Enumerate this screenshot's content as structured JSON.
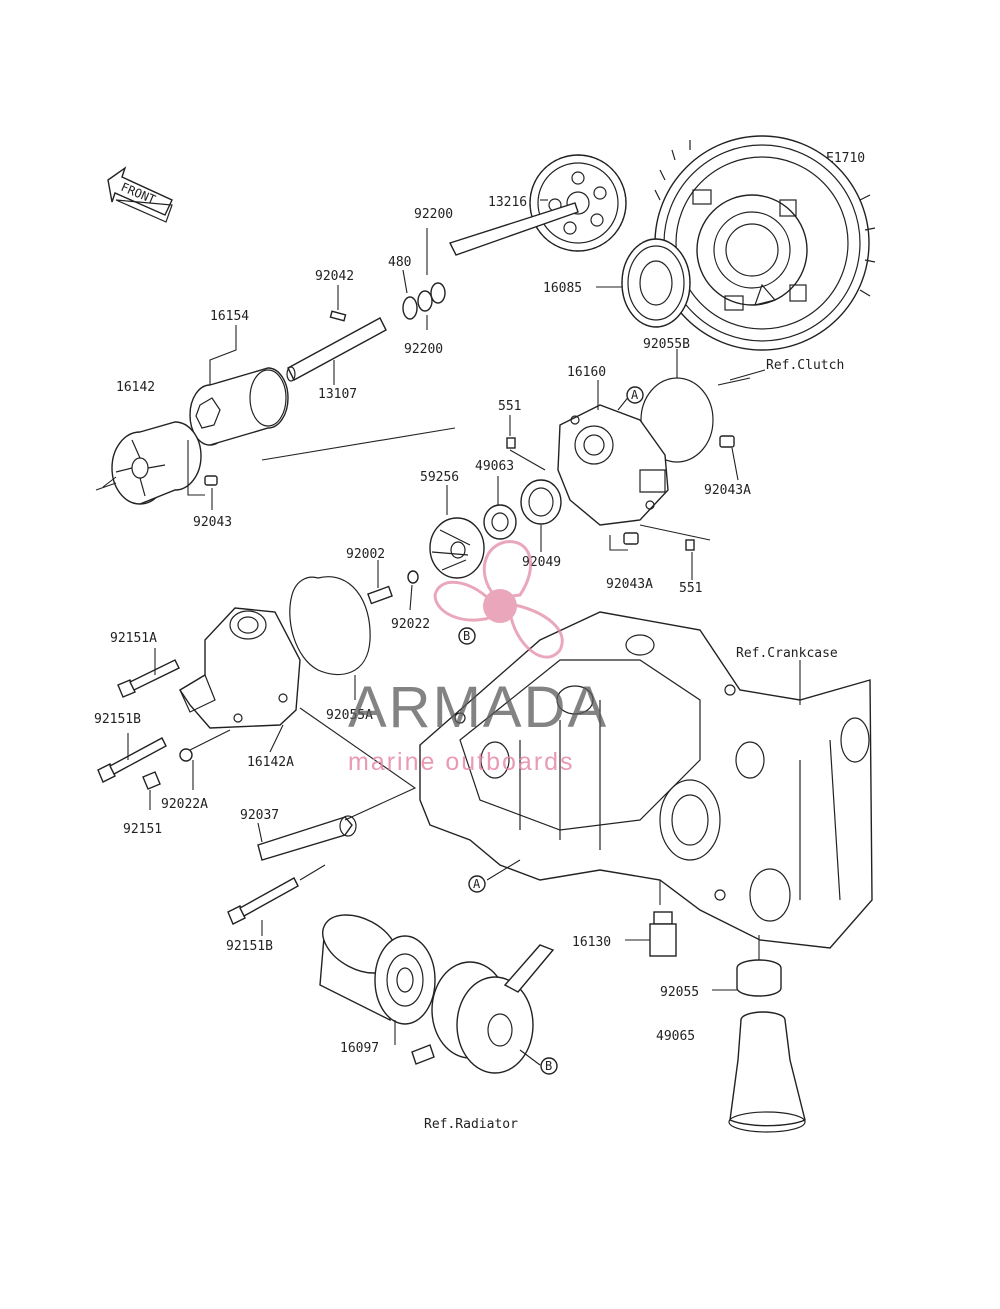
{
  "diagram_code": "E1710",
  "front_label": "FRONT",
  "parts": {
    "p13216": "13216",
    "p16085": "16085",
    "p92055B": "92055B",
    "p92200a": "92200",
    "p92200b": "92200",
    "p480": "480",
    "p92042": "92042",
    "p16154": "16154",
    "p16142": "16142",
    "p13107": "13107",
    "p92043": "92043",
    "p16160": "16160",
    "p551a": "551",
    "p551b": "551",
    "p49063": "49063",
    "p59256": "59256",
    "p92043A_a": "92043A",
    "p92043A_b": "92043A",
    "p92049": "92049",
    "p92002": "92002",
    "p92022": "92022",
    "p92151A": "92151A",
    "p92151B_a": "92151B",
    "p92151B_b": "92151B",
    "p92022A": "92022A",
    "p92151": "92151",
    "p16142A": "16142A",
    "p92055A": "92055A",
    "p92037": "92037",
    "p16130": "16130",
    "p92055": "92055",
    "p49065": "49065",
    "p16097": "16097"
  },
  "references": {
    "clutch": "Ref.Clutch",
    "crankcase": "Ref.Crankcase",
    "radiator": "Ref.Radiator"
  },
  "callouts": {
    "a1": "A",
    "a2": "A",
    "b1": "B",
    "b2": "B"
  },
  "watermark": {
    "brand": "ARMADA",
    "tagline": "marine outboards",
    "color": "#e48aa5"
  }
}
